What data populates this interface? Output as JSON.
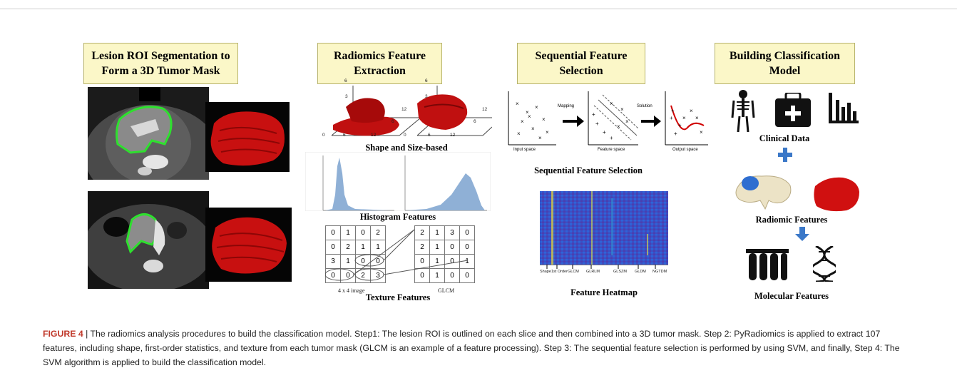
{
  "headers": {
    "step1": "Lesion ROI Segmentation to Form a 3D Tumor Mask",
    "step2": "Radiomics Feature Extraction",
    "step3": "Sequential Feature Selection",
    "step4": "Building Classification Model"
  },
  "labels": {
    "shape": "Shape and Size-based",
    "histogram": "Histogram Features",
    "texture": "Texture Features",
    "image_4x4": "4 x 4 image",
    "glcm": "GLCM",
    "sfs": "Sequential Feature Selection",
    "heatmap": "Feature Heatmap",
    "clinical": "Clinical Data",
    "radiomic": "Radiomic Features",
    "molecular": "Molecular Features",
    "mapping": "Mapping",
    "solution": "Solution",
    "input_space": "Input space",
    "feature_space": "Feature space",
    "output_space": "Output space"
  },
  "axis_ticks": {
    "a": [
      "6",
      "3",
      "0",
      "6",
      "12",
      "12",
      "6"
    ],
    "b": [
      "6",
      "3",
      "12",
      "6",
      "0",
      "6",
      "12"
    ]
  },
  "matrix_4x4": [
    [
      "0",
      "1",
      "0",
      "2"
    ],
    [
      "0",
      "2",
      "1",
      "1"
    ],
    [
      "3",
      "1",
      "0",
      "0"
    ],
    [
      "0",
      "0",
      "2",
      "3"
    ]
  ],
  "matrix_glcm": [
    [
      "2",
      "1",
      "3",
      "0"
    ],
    [
      "2",
      "1",
      "0",
      "0"
    ],
    [
      "0",
      "1",
      "0",
      "1"
    ],
    [
      "0",
      "1",
      "0",
      "0"
    ]
  ],
  "heatmap_axis": [
    "Shape",
    "1st Order",
    "GLCM",
    "GLRLM",
    "GLSZM",
    "GLDM",
    "NGTDM"
  ],
  "caption": {
    "figure": "FIGURE 4",
    "sep": " | ",
    "text": "The radiomics analysis procedures to build the classification model. Step1: The lesion ROI is outlined on each slice and then combined into a 3D tumor mask. Step 2: PyRadiomics is applied to extract 107 features, including shape, first-order statistics, and texture from each tumor mask (GLCM is an example of a feature processing). Step 3: The sequential feature selection is performed by using SVM, and finally, Step 4: The SVM algorithm is applied to build the classification model."
  }
}
